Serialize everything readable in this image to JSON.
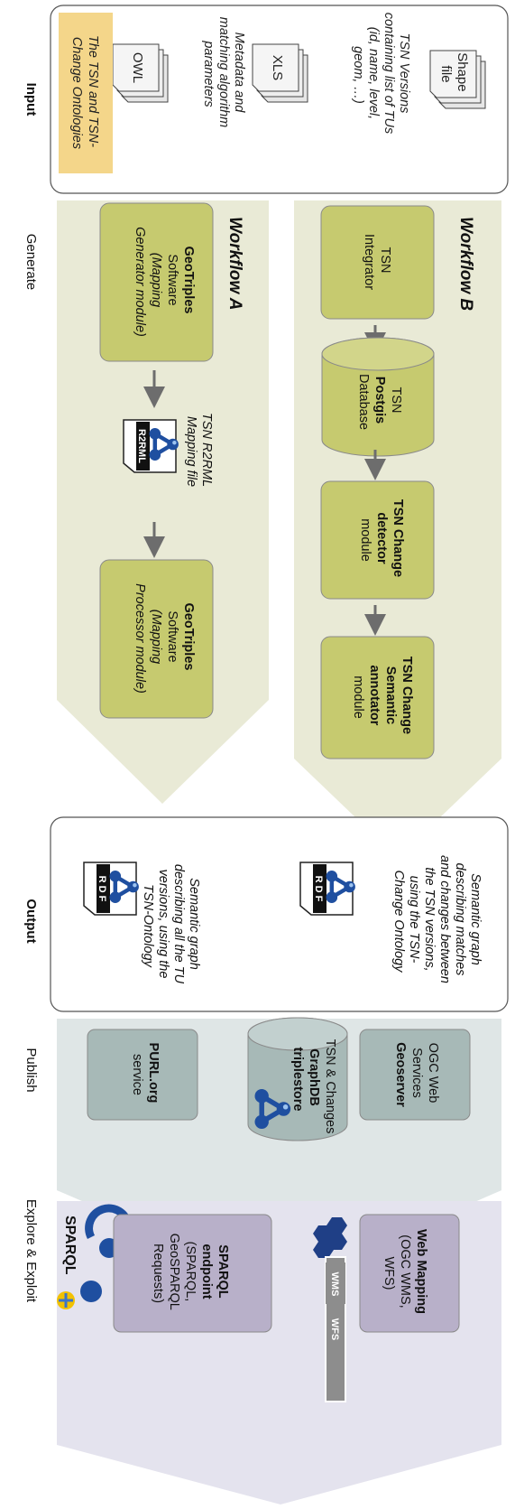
{
  "stages": {
    "input": "Input",
    "generate": "Generate",
    "output": "Output",
    "publish": "Publish",
    "explore": "Explore & Exploit"
  },
  "input": {
    "shapefile_label": [
      "Shape",
      "file"
    ],
    "shapefile_caption": [
      "TSN Versions",
      "containing list of TUs",
      "(id, name, level,",
      "geom, …)"
    ],
    "xls_label": "XLS",
    "xls_caption": [
      "Metadata and",
      "matching algorithm",
      "parameters"
    ],
    "owl_label": "OWL",
    "owl_caption": [
      "The TSN and TSN-",
      "Change Ontologies"
    ]
  },
  "workflow_a": {
    "title": "Workflow A",
    "generator": {
      "bold": "GeoTriples",
      "lines": [
        "Software",
        "(Mapping",
        "Generator module)"
      ]
    },
    "r2rml_badge": "R2RML",
    "mapping_caption": [
      "TSN R2RML",
      "Mapping file"
    ],
    "processor": {
      "bold": "GeoTriples",
      "lines": [
        "Software",
        "(Mapping",
        "Processor module)"
      ]
    }
  },
  "workflow_b": {
    "title": "Workflow B",
    "integrator": [
      "TSN",
      "Integrator"
    ],
    "database": {
      "line1": "TSN",
      "bold": "Postgis",
      "line3": "Database"
    },
    "detector": {
      "bold": [
        "TSN Change",
        "detector"
      ],
      "line": "module"
    },
    "annotator": {
      "bold": [
        "TSN Change",
        "Semantic",
        "annotator"
      ],
      "line": "module"
    }
  },
  "output": {
    "rdf_badge": "R D F",
    "graph_a_caption": [
      "Semantic graph",
      "describing all the TU",
      "versions, using the",
      "TSN-Ontology"
    ],
    "graph_b_caption": [
      "Semantic graph",
      "describing matches",
      "and changes between",
      "the TSN versions,",
      "using the TSN-",
      "Change Ontology"
    ]
  },
  "publish": {
    "purl": {
      "bold": "PURL.org",
      "line": "service"
    },
    "graphdb": {
      "line1": "TSN & Changes",
      "bold": [
        "GraphDB",
        "triplestore"
      ]
    },
    "geoserver": {
      "lines": [
        "OGC Web",
        "Services"
      ],
      "bold": "Geoserver"
    }
  },
  "explore": {
    "sparql_logo": "SPARQL",
    "sparql_endpoint": {
      "bold": [
        "SPARQL",
        "endpoint"
      ],
      "lines": [
        "(SPARQL,",
        "GeoSPARQL",
        "Requests)"
      ]
    },
    "wms_badge": "WMS",
    "wfs_badge": "WFS",
    "web_mapping": {
      "bold": "Web Mapping",
      "lines": [
        "(OGC WMS,",
        "WFS)"
      ]
    }
  },
  "colors": {
    "green_band": "#e9ead6",
    "green_box": "#c6ca6f",
    "publish_band": "#dfe6e6",
    "publish_box": "#a7b9b7",
    "explore_band": "#e4e3ee",
    "explore_box": "#b8b0c9",
    "input_box": "#f4d68a",
    "logo_blue": "#1f4fa0",
    "arrow": "#6d6d6d"
  }
}
